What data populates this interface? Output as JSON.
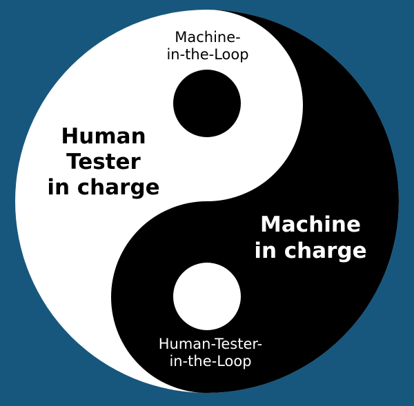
{
  "diagram": {
    "colors": {
      "background": "#17577d",
      "yin": "#000000",
      "yang": "#ffffff"
    },
    "labels": {
      "machine_in_the_loop": "Machine-\nin-the-Loop",
      "human_tester_in_charge": "Human\nTester\nin charge",
      "machine_in_charge": "Machine\nin charge",
      "human_tester_in_the_loop": "Human-Tester-\nin-the-Loop"
    }
  }
}
